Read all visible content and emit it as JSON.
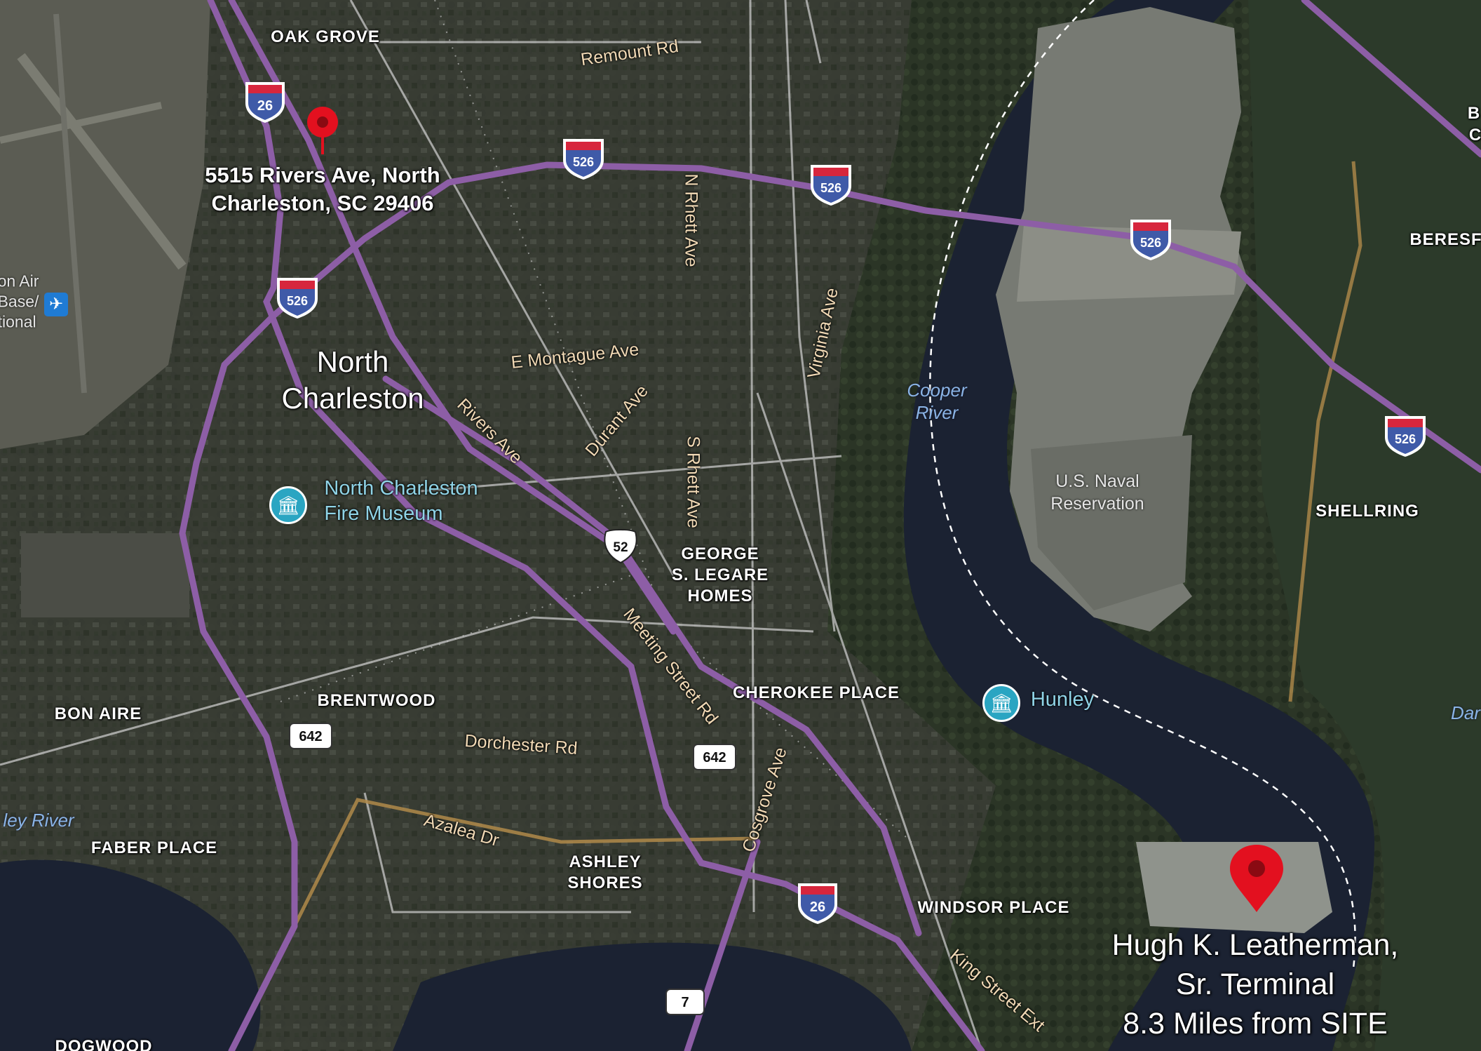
{
  "map": {
    "neighborhoods": {
      "oak_grove": "OAK GROVE",
      "george_legare": "GEORGE\nS. LEGARE\nHOMES",
      "cherokee_place": "CHEROKEE PLACE",
      "brentwood": "BRENTWOOD",
      "bon_aire": "BON AIRE",
      "faber_place": "FABER PLACE",
      "ashley_shores": "ASHLEY\nSHORES",
      "windsor_place": "WINDSOR PLACE",
      "shellring": "SHELLRING",
      "beresford": "BERESF",
      "dogwood": "DOGWOOD",
      "edge_b": "B",
      "edge_c": "C"
    },
    "city": "North\nCharleston",
    "roads": {
      "remount": "Remount Rd",
      "n_rhett": "N Rhett Ave",
      "s_rhett": "S Rhett Ave",
      "virginia": "Virginia Ave",
      "e_montague": "E Montague Ave",
      "durant": "Durant Ave",
      "rivers": "Rivers Ave",
      "meeting": "Meeting Street Rd",
      "dorchester": "Dorchester Rd",
      "azalea": "Azalea Dr",
      "cosgrove": "Cosgrove Ave",
      "king": "King Street Ext"
    },
    "water": {
      "cooper": "Cooper\nRiver",
      "ashley": "ley River",
      "dar": "Dar"
    },
    "areas": {
      "naval": "U.S. Naval\nReservation",
      "air_base": "on Air\nBase/\ntional"
    },
    "pois": {
      "fire_museum": "North Charleston\nFire Museum",
      "hunley": "Hunley"
    },
    "shields": {
      "i26": "26",
      "i526": "526",
      "us52": "52",
      "r642": "642",
      "r7": "7"
    },
    "markers": {
      "site_address": "5515 Rivers Ave, North\nCharleston, SC 29406",
      "terminal": "Hugh K. Leatherman,\nSr. Terminal\n8.3 Miles from SITE"
    },
    "colors": {
      "interstate": "#8d5ea6",
      "pin": "#e3101f",
      "poi": "#2aa5c2",
      "water": "#1a2233"
    }
  }
}
